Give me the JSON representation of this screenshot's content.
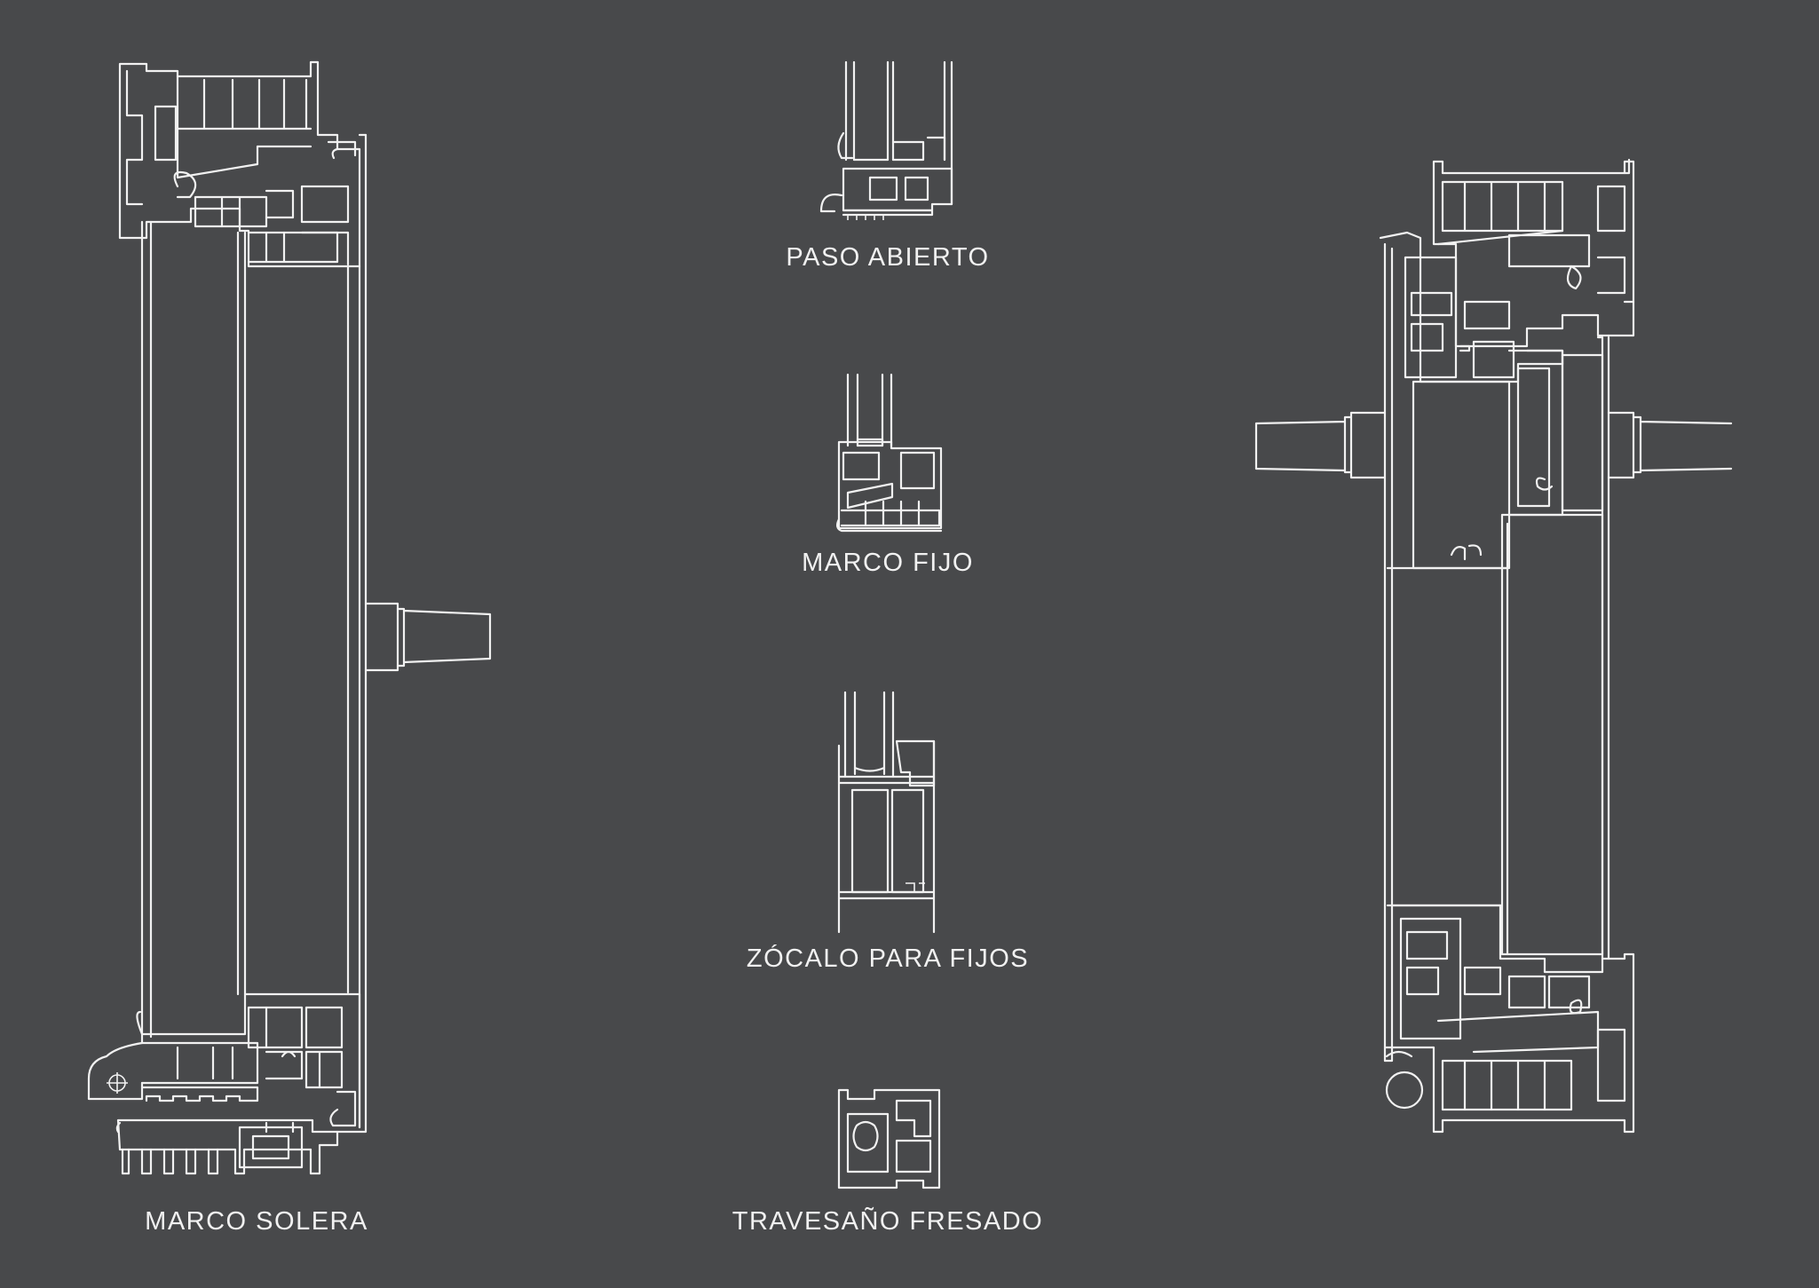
{
  "colors": {
    "background": "#48494b",
    "line": "#f1f1f1"
  },
  "captions": {
    "paso_abierto": "PASO ABIERTO",
    "marco_fijo": "MARCO FIJO",
    "zocalo_para_fijos": "ZÓCALO PARA FIJOS",
    "travesano_fresado": "TRAVESAÑO FRESADO",
    "marco_solera": "MARCO SOLERA"
  }
}
